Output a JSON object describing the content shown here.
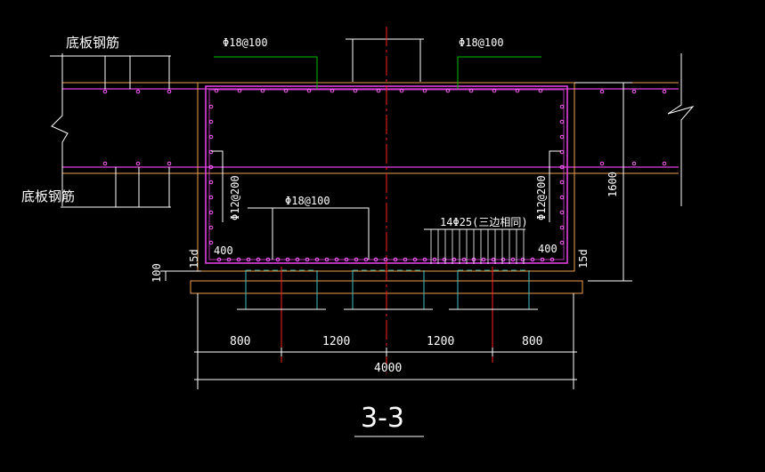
{
  "colors": {
    "background": "#000000",
    "slab": "#e040e0",
    "rebar_dot": "#ff60ff",
    "concrete_outline": "#f0a050",
    "leader": "#ffffff",
    "leader_green": "#00c000",
    "centerline": "#ff2020",
    "pile": "#40c0c0",
    "pile_dash": "#20a0a0"
  },
  "labels": {
    "bottom_rebar_top": "底板钢筋",
    "bottom_rebar_bottom": "底板钢筋",
    "top_rebar_left": "Φ18@100",
    "top_rebar_right": "Φ18@100",
    "mid_rebar": "Φ18@100",
    "side_rebar_left": "Φ12@200",
    "side_rebar_right": "Φ12@200",
    "bottom_bars": "14Φ25(三边相同)",
    "anchor_left": "400",
    "anchor_right": "400",
    "lap_left": "15d",
    "lap_right": "15d",
    "cover": "100",
    "depth": "1600"
  },
  "dimensions": {
    "seg1": "800",
    "seg2": "1200",
    "seg3": "1200",
    "seg4": "800",
    "total": "4000"
  },
  "section_title": "3-3"
}
